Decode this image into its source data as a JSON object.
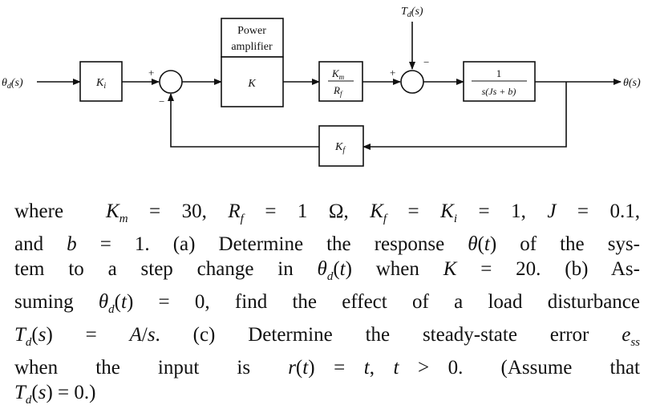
{
  "diagram": {
    "input_label": "θd(s)",
    "disturbance_label": "Td(s)",
    "output_label": "θ(s)",
    "block_ki": "Ki",
    "block_k": "K",
    "amplifier_label_line1": "Power",
    "amplifier_label_line2": "amplifier",
    "block_km_num": "Km",
    "block_km_den": "Rf",
    "plant_num": "1",
    "plant_den": "s(Js + b)",
    "feedback_block": "Kf",
    "sum1_plus": "+",
    "sum1_minus": "−",
    "sum2_plus": "+",
    "sum2_minus": "−"
  },
  "problem_text": {
    "line1": "where  Km = 30, Rf = 1 Ω, Kf = Ki = 1, J = 0.1,",
    "line2": "and b = 1. (a) Determine the response θ(t) of the sys-",
    "line3": "tem to a step change in θd(t) when K = 20. (b) As-",
    "line4": "suming θd(t) = 0, find the effect of a load disturbance",
    "line5": "Td(s) = A/s. (c) Determine the steady-state error ess",
    "line6": "when  the  input  is  r(t) = t, t > 0.  (Assume  that",
    "line7": "Td(s) = 0.)"
  }
}
